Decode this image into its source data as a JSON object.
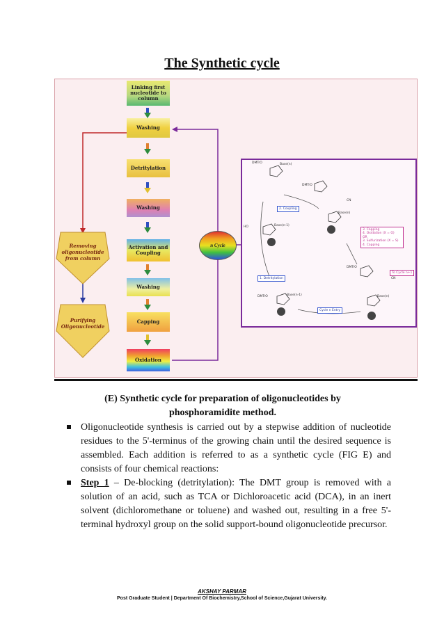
{
  "page": {
    "title": "The Synthetic cycle"
  },
  "figure": {
    "stages": [
      "Linking first nucleotide to column",
      "Washing",
      "Detritylation",
      "Washing",
      "Activation and Coupling",
      "Washing",
      "Capping",
      "Oxidation"
    ],
    "side_steps": [
      "Removing oligonucleotide from column",
      "Purifying Oligonucleotide"
    ],
    "cycle_label": "n Cycle",
    "chem_boxes": [
      "2. Coupling",
      "3. Capping\n4. Oxidation (X = O)\nOR\n3. Sulfurization (X = S)\n4. Capping",
      "1. Detritylation",
      "To Cycle n+1",
      "Cycle n Entry"
    ],
    "chem_labels": [
      "DMTrO",
      "DMTrO",
      "HO",
      "DMTrO",
      "DMTrO",
      "CN",
      "CN",
      "Base(n)",
      "Base(n-1)",
      "Base(n)",
      "Base(n-1)",
      "Base(n)"
    ]
  },
  "caption": {
    "line1": "(E) Synthetic cycle for preparation of oligonucleotides by",
    "line2": "phosphoramidite method."
  },
  "bullets": [
    {
      "lead": "",
      "text": "Oligonucleotide synthesis is carried out by a stepwise addition of nucleotide residues to the 5'-terminus of the growing chain until the desired sequence is assembled. Each addition is referred to as a synthetic cycle (FIG E) and consists of four chemical reactions:"
    },
    {
      "lead": "Step 1",
      "text": " – De-blocking (detritylation): The DMT group is removed with a solution of an acid, such as TCA or Dichloroacetic acid (DCA), in an inert solvent (dichloromethane or toluene) and washed out, resulting in a free 5'-terminal hydroxyl group on the solid support-bound oligonucleotide precursor."
    }
  ],
  "footer": {
    "name": "AKSHAY PARMAR",
    "line": "Post Graduate Student | Department Of Biochemistry,School of Science,Gujarat University."
  }
}
